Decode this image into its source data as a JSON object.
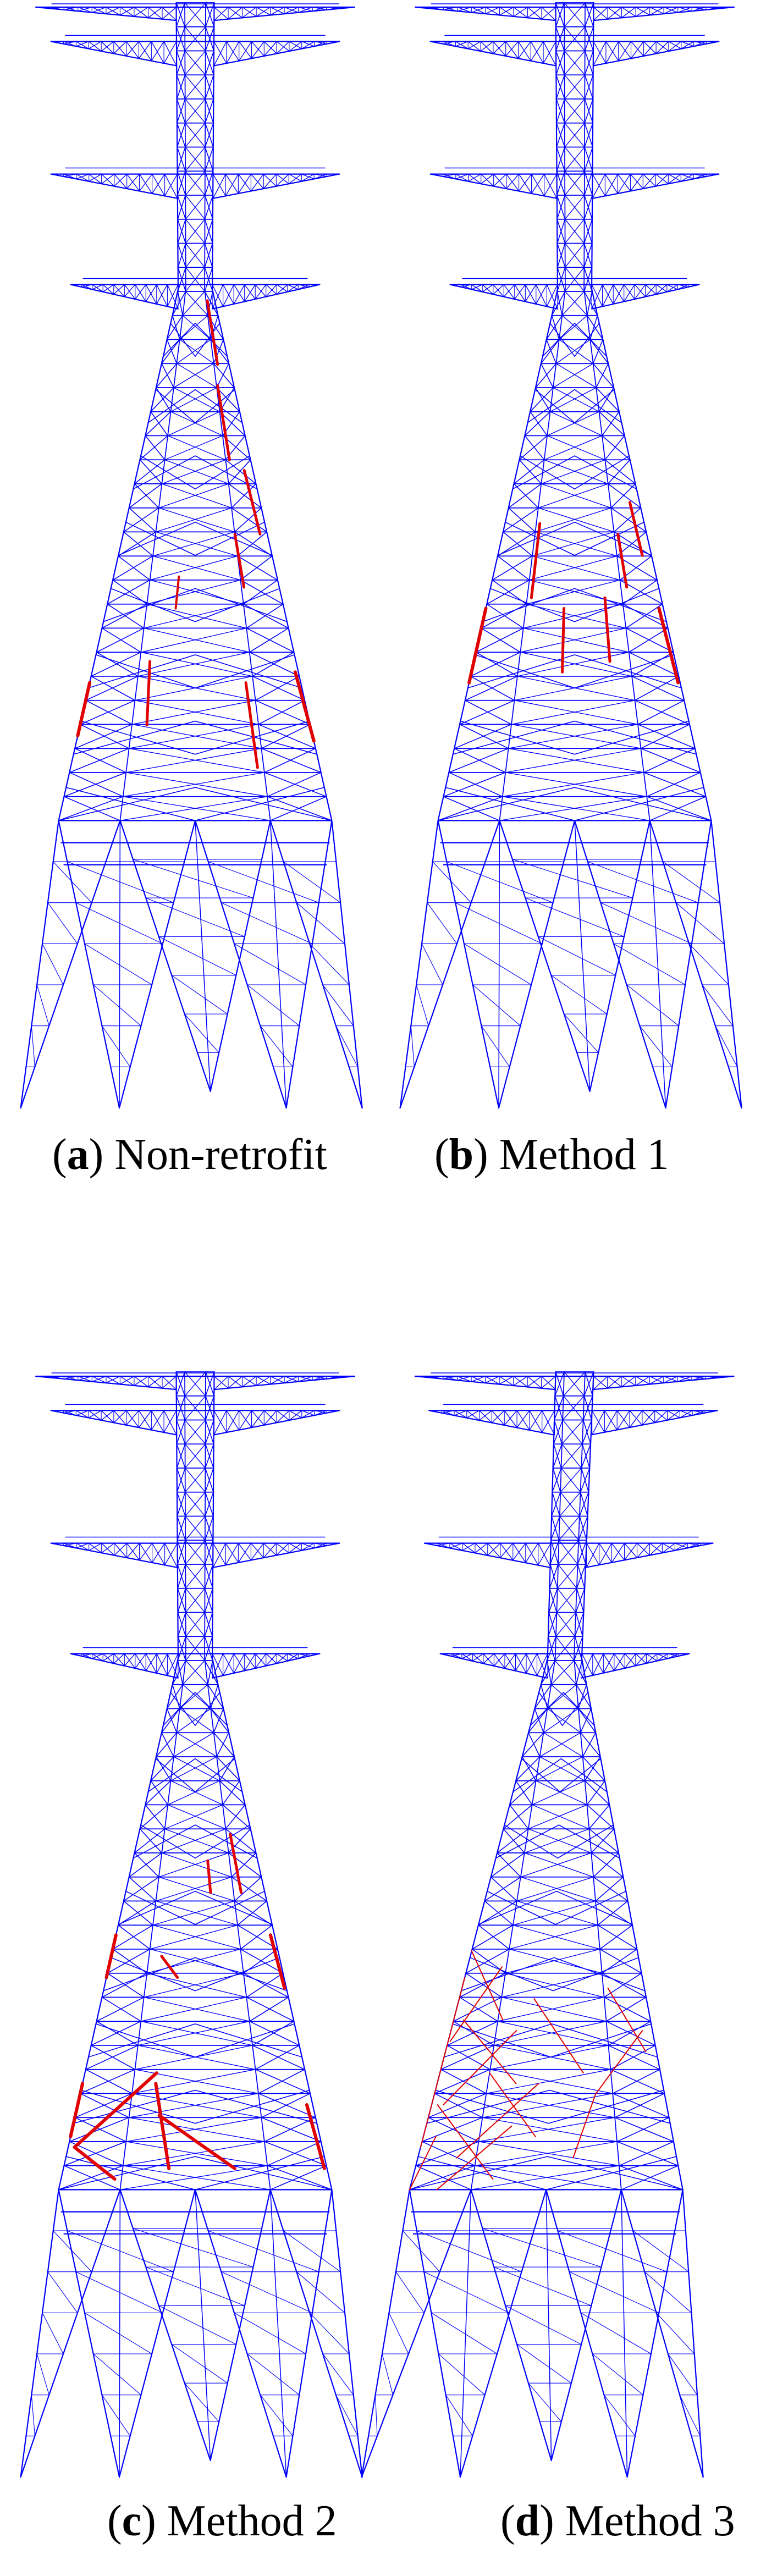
{
  "figure": {
    "member_color": "#0000ff",
    "failed_member_color": "#e00000",
    "panels": [
      {
        "id": "a",
        "label_letter": "a",
        "label_text": "Non-retrofit",
        "retrofit_style": "failed",
        "damage": "upper-lower"
      },
      {
        "id": "b",
        "label_letter": "b",
        "label_text": "Method 1",
        "retrofit_style": "failed",
        "damage": "middle"
      },
      {
        "id": "c",
        "label_letter": "c",
        "label_text": "Method 2",
        "retrofit_style": "failed",
        "damage": "lower-heavy"
      },
      {
        "id": "d",
        "label_letter": "d",
        "label_text": "Method 3",
        "retrofit_style": "thin",
        "damage": "thin-left"
      }
    ]
  }
}
